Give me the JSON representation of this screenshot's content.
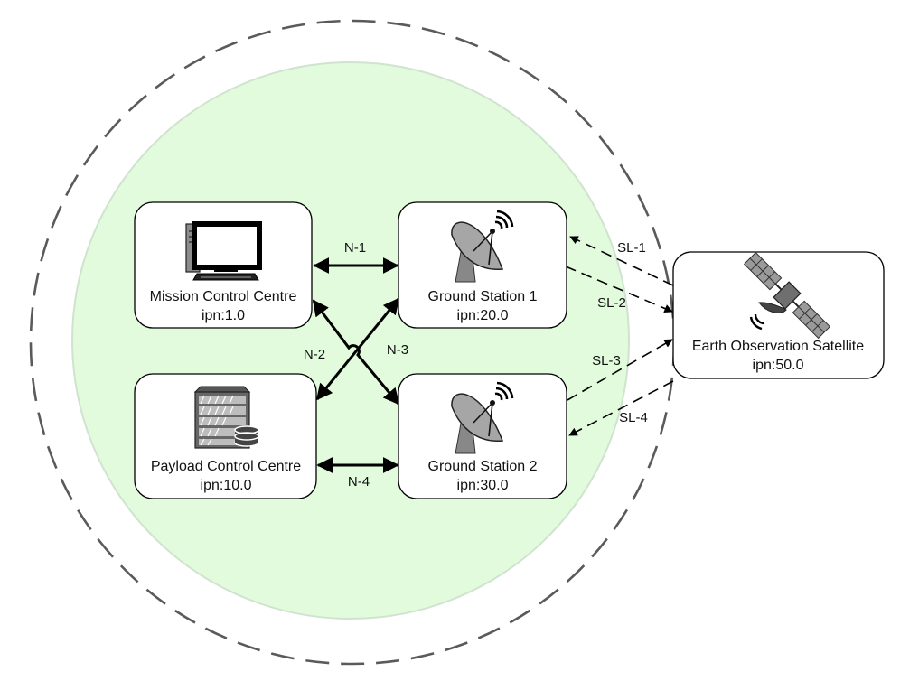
{
  "colors": {
    "region_fill": "#e2fbdc",
    "region_stroke": "#cfe3cf",
    "boundary_stroke": "#5a5a5a",
    "node_fill": "#ffffff",
    "link": "#000000"
  },
  "nodes": {
    "mcc": {
      "name": "Mission Control Centre",
      "address": "ipn:1.0",
      "icon": "desktop-computer-icon"
    },
    "pcc": {
      "name": "Payload Control Centre",
      "address": "ipn:10.0",
      "icon": "server-database-icon"
    },
    "gs1": {
      "name": "Ground Station 1",
      "address": "ipn:20.0",
      "icon": "satellite-dish-icon"
    },
    "gs2": {
      "name": "Ground Station 2",
      "address": "ipn:30.0",
      "icon": "satellite-dish-icon"
    },
    "sat": {
      "name": "Earth Observation Satellite",
      "address": "ipn:50.0",
      "icon": "satellite-icon"
    }
  },
  "links": {
    "n1": "N-1",
    "n2": "N-2",
    "n3": "N-3",
    "n4": "N-4",
    "sl1": "SL-1",
    "sl2": "SL-2",
    "sl3": "SL-3",
    "sl4": "SL-4"
  }
}
